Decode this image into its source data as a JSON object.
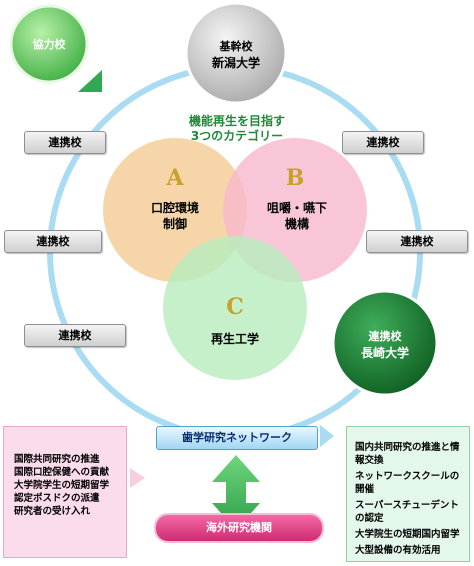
{
  "kyoryoku": {
    "label": "協力校"
  },
  "kikan": {
    "line1": "基幹校",
    "line2": "新潟大学"
  },
  "center_title": {
    "line1": "機能再生を目指す",
    "line2": "3つのカテゴリー"
  },
  "categories": [
    {
      "letter": "A",
      "line1": "口腔環境",
      "line2": "制御",
      "color": "#f5cf9a"
    },
    {
      "letter": "B",
      "line1": "咀嚼・嚥下",
      "line2": "機構",
      "color": "#f7b8cd"
    },
    {
      "letter": "C",
      "line1": "再生工学",
      "line2": "",
      "color": "#b6ecbd"
    }
  ],
  "letter_color": "#c8a12a",
  "renkei_tags": [
    "連携校",
    "連携校",
    "連携校",
    "連携校",
    "連携校"
  ],
  "nagasaki": {
    "line1": "連携校",
    "line2": "長崎大学"
  },
  "network_bar": "歯学研究ネットワーク",
  "left_panel": [
    "国際共同研究の推進",
    "国際口腔保健への貢献",
    "大学院学生の短期留学",
    "認定ポスドクの派遣",
    "研究者の受け入れ"
  ],
  "right_panel": [
    "国内共同研究の推進と情報交換",
    "ネットワークスクールの開催",
    "スーパースチューデントの認定",
    "大学院生の短期国内留学",
    "大型設備の有効活用"
  ],
  "kaigai": "海外研究機関",
  "colors": {
    "ring": "#a9dcf2",
    "green_dark": "#1f8a3a",
    "green_light": "#5cc862",
    "gray": "#d9d9d9",
    "arrow_green": "#3cb357"
  }
}
